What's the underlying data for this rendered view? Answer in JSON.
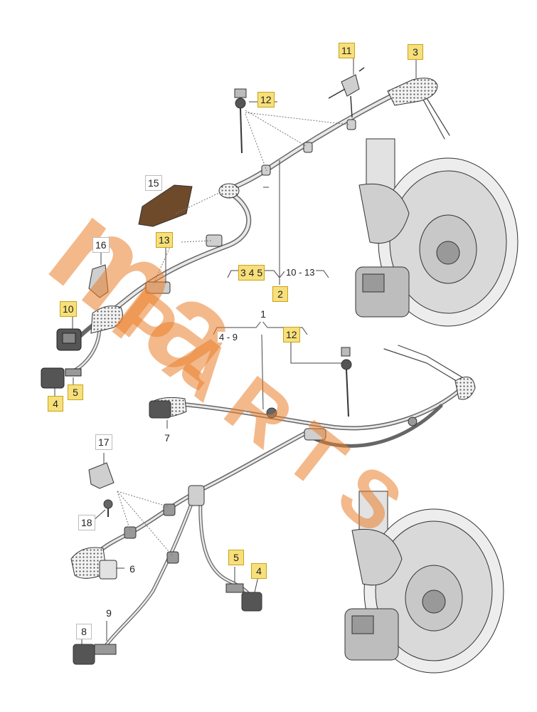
{
  "callouts": {
    "c3_top": "3",
    "c11": "11",
    "c12_top": "12",
    "c15": "15",
    "c16": "16",
    "c13": "13",
    "c10": "10",
    "c5_left": "5",
    "c4_left": "4",
    "c345": "3 4 5",
    "c2": "2",
    "c1": "1",
    "c12_mid": "12",
    "c7": "7",
    "c17": "17",
    "c18": "18",
    "c6": "6",
    "c9": "9",
    "c8": "8",
    "c5_bottom": "5",
    "c4_bottom": "4"
  },
  "ranges": {
    "r10_13": "10 - 13",
    "r4_9": "4 - 9"
  },
  "watermark": {
    "brand": "ma",
    "sub": "PARTS"
  },
  "colors": {
    "highlight": "#f7e07b",
    "highlight_border": "#c9a21a",
    "watermark": "#ea802c"
  }
}
